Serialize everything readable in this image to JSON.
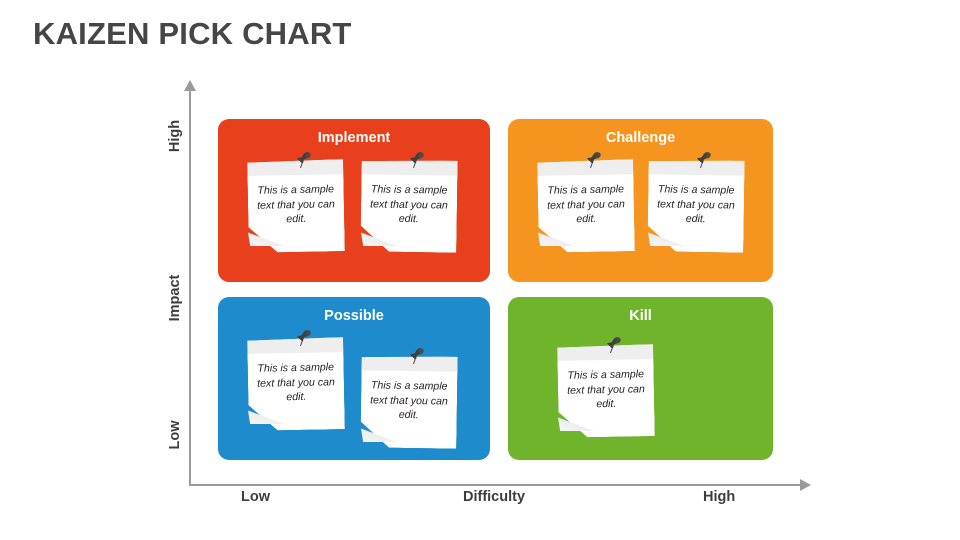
{
  "title": "KAIZEN PICK CHART",
  "axes": {
    "y": {
      "top_label": "High",
      "name": "Impact",
      "bottom_label": "Low"
    },
    "x": {
      "left_label": "Low",
      "name": "Difficulty",
      "right_label": "High"
    }
  },
  "chart_data": {
    "type": "table",
    "title": "KAIZEN PICK CHART",
    "xlabel": "Difficulty",
    "ylabel": "Impact",
    "x_ticks": [
      "Low",
      "High"
    ],
    "y_ticks": [
      "Low",
      "High"
    ],
    "grid": false,
    "legend": "none",
    "quadrants": [
      {
        "key": "implement",
        "label": "Implement",
        "color": "#E8401C",
        "impact": "High",
        "difficulty": "Low",
        "notes": [
          "This is a sample text that you can edit.",
          "This is a sample text that you can edit."
        ]
      },
      {
        "key": "challenge",
        "label": "Challenge",
        "color": "#F5951F",
        "impact": "High",
        "difficulty": "High",
        "notes": [
          "This is a sample text that you can edit.",
          "This is a sample text that you can edit."
        ]
      },
      {
        "key": "possible",
        "label": "Possible",
        "color": "#1E8BCD",
        "impact": "Low",
        "difficulty": "Low",
        "notes": [
          "This is a sample text that you can edit.",
          "This is a sample text that you can edit."
        ]
      },
      {
        "key": "kill",
        "label": "Kill",
        "color": "#70B42C",
        "impact": "Low",
        "difficulty": "High",
        "notes": [
          "This is a sample text that you can edit."
        ]
      }
    ]
  },
  "icons": {
    "pushpin": "pushpin-icon",
    "axis_arrow": "arrow-icon"
  },
  "colors": {
    "title_text": "#464646",
    "axis": "#9a9a9a",
    "note_paper": "#ffffff",
    "note_text": "#231f20"
  }
}
